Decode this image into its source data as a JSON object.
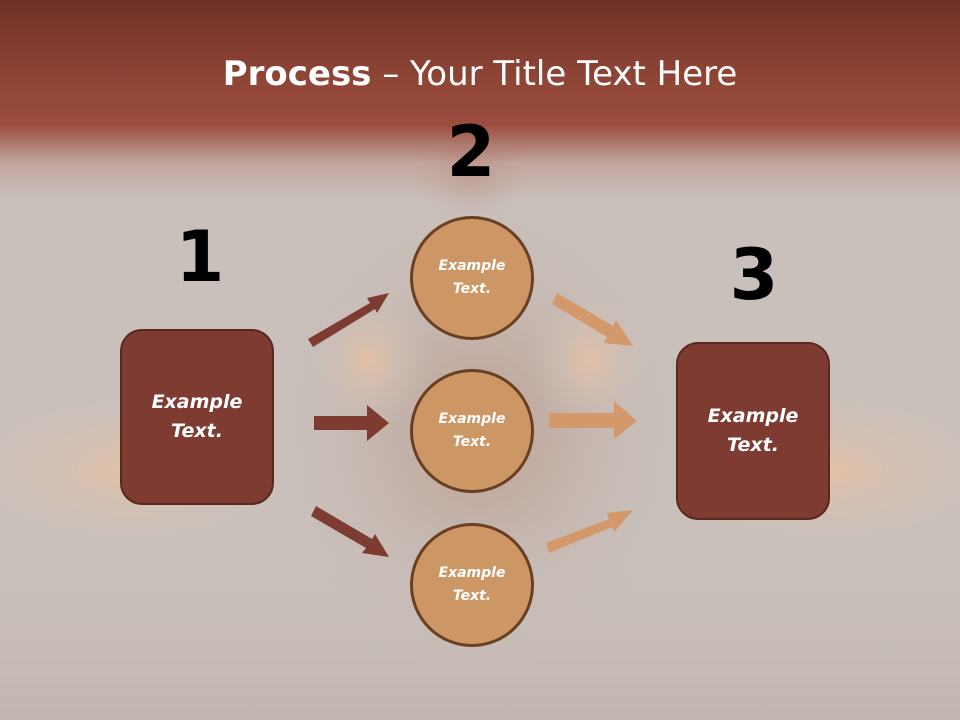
{
  "title": {
    "bold": "Process",
    "rest": " – Your Title Text Here"
  },
  "steps": [
    {
      "number": "1",
      "text": "Example\nText."
    },
    {
      "number": "2",
      "text": "Example\nText."
    },
    {
      "number": "3",
      "text": "Example\nText."
    }
  ],
  "circles": [
    {
      "text": "Example\nText."
    },
    {
      "text": "Example\nText."
    },
    {
      "text": "Example\nText."
    }
  ],
  "colors": {
    "header": "#8f4536",
    "box_fill": "#7d3b32",
    "circle_fill": "#cd9665",
    "arrow_dark": "#7d3b32",
    "arrow_light": "#d3996a"
  }
}
